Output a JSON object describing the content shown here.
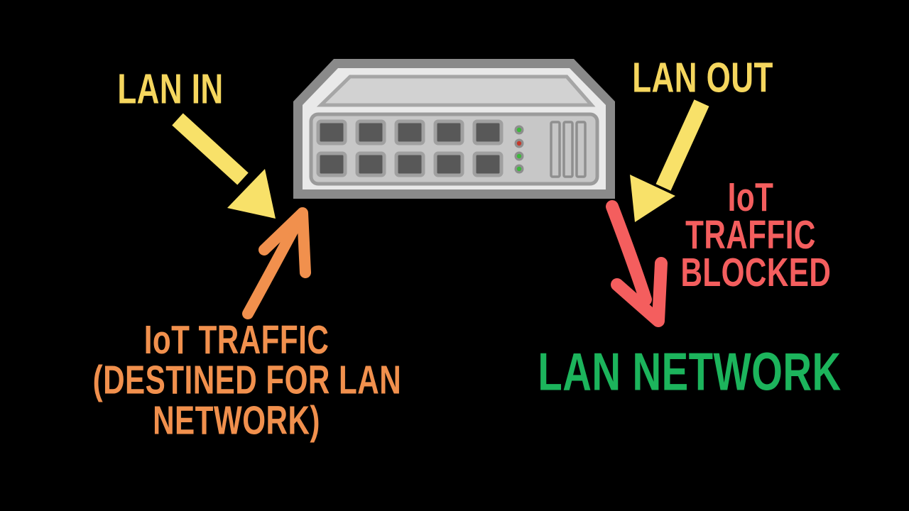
{
  "title": "IoT traffic filtering network diagram",
  "background": "#000000",
  "palette": {
    "label_yellow": "#F5D65E",
    "arrow_yellow": "#F8E169",
    "orange": "#F1904D",
    "red": "#F45E5E",
    "green": "#1CB45C"
  },
  "labels": {
    "lan_in": "LAN IN",
    "lan_out": "LAN OUT",
    "iot_blocked": {
      "line1": "IoT",
      "line2": "TRAFFIC",
      "line3": "BLOCKED"
    },
    "lan_network": "LAN NETWORK",
    "iot_destined": {
      "line1": "IoT TRAFFIC",
      "line2": "(DESTINED FOR LAN",
      "line3": "NETWORK)"
    }
  },
  "device": {
    "kind": "ethernet-switch",
    "port_count": 10,
    "port_rows": 2,
    "vent_slats": 3,
    "led_colors": [
      "#3DB83C",
      "#C5392B",
      "#3DB83C",
      "#3DB83C"
    ],
    "body_colors": {
      "frame": "#8A8A8A",
      "body": "#E9E9E9",
      "lid": "#D2D2D2",
      "panel": "#C7C7C7",
      "port": "#585858"
    }
  }
}
